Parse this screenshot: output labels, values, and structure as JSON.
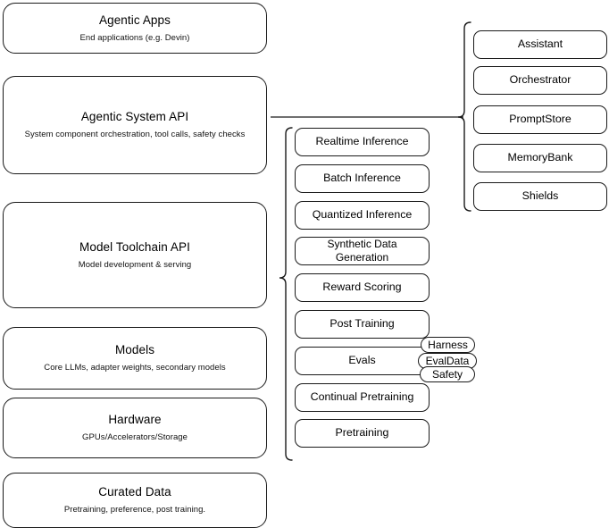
{
  "diagram": {
    "title": "Agentic AI stack layers",
    "background": "#ffffff",
    "line_color": "#1a1a1a"
  },
  "layers": [
    {
      "id": "agentic-apps",
      "title": "Agentic Apps",
      "subtitle": "End applications (e.g. Devin)"
    },
    {
      "id": "agentic-system-api",
      "title": "Agentic System API",
      "subtitle": "System component orchestration, tool calls, safety checks"
    },
    {
      "id": "model-toolchain-api",
      "title": "Model Toolchain API",
      "subtitle": "Model development & serving"
    },
    {
      "id": "models",
      "title": "Models",
      "subtitle": "Core LLMs, adapter weights, secondary models"
    },
    {
      "id": "hardware",
      "title": "Hardware",
      "subtitle": "GPUs/Accelerators/Storage"
    },
    {
      "id": "curated-data",
      "title": "Curated Data",
      "subtitle": "Pretraining, preference, post training."
    }
  ],
  "toolchain_components": [
    {
      "id": "realtime-inference",
      "label": "Realtime Inference"
    },
    {
      "id": "batch-inference",
      "label": "Batch Inference"
    },
    {
      "id": "quantized-inference",
      "label": "Quantized Inference"
    },
    {
      "id": "synthetic-data-generation",
      "label": "Synthetic Data Generation"
    },
    {
      "id": "reward-scoring",
      "label": "Reward Scoring"
    },
    {
      "id": "post-training",
      "label": "Post Training"
    },
    {
      "id": "evals",
      "label": "Evals"
    },
    {
      "id": "continual-pretraining",
      "label": "Continual Pretraining"
    },
    {
      "id": "pretraining",
      "label": "Pretraining"
    }
  ],
  "evals_subcomponents": [
    {
      "id": "harness",
      "label": "Harness"
    },
    {
      "id": "evaldata",
      "label": "EvalData"
    },
    {
      "id": "safety",
      "label": "Safety"
    }
  ],
  "system_components": [
    {
      "id": "assistant",
      "label": "Assistant"
    },
    {
      "id": "orchestrator",
      "label": "Orchestrator"
    },
    {
      "id": "promptstore",
      "label": "PromptStore"
    },
    {
      "id": "memorybank",
      "label": "MemoryBank"
    },
    {
      "id": "shields",
      "label": "Shields"
    }
  ]
}
